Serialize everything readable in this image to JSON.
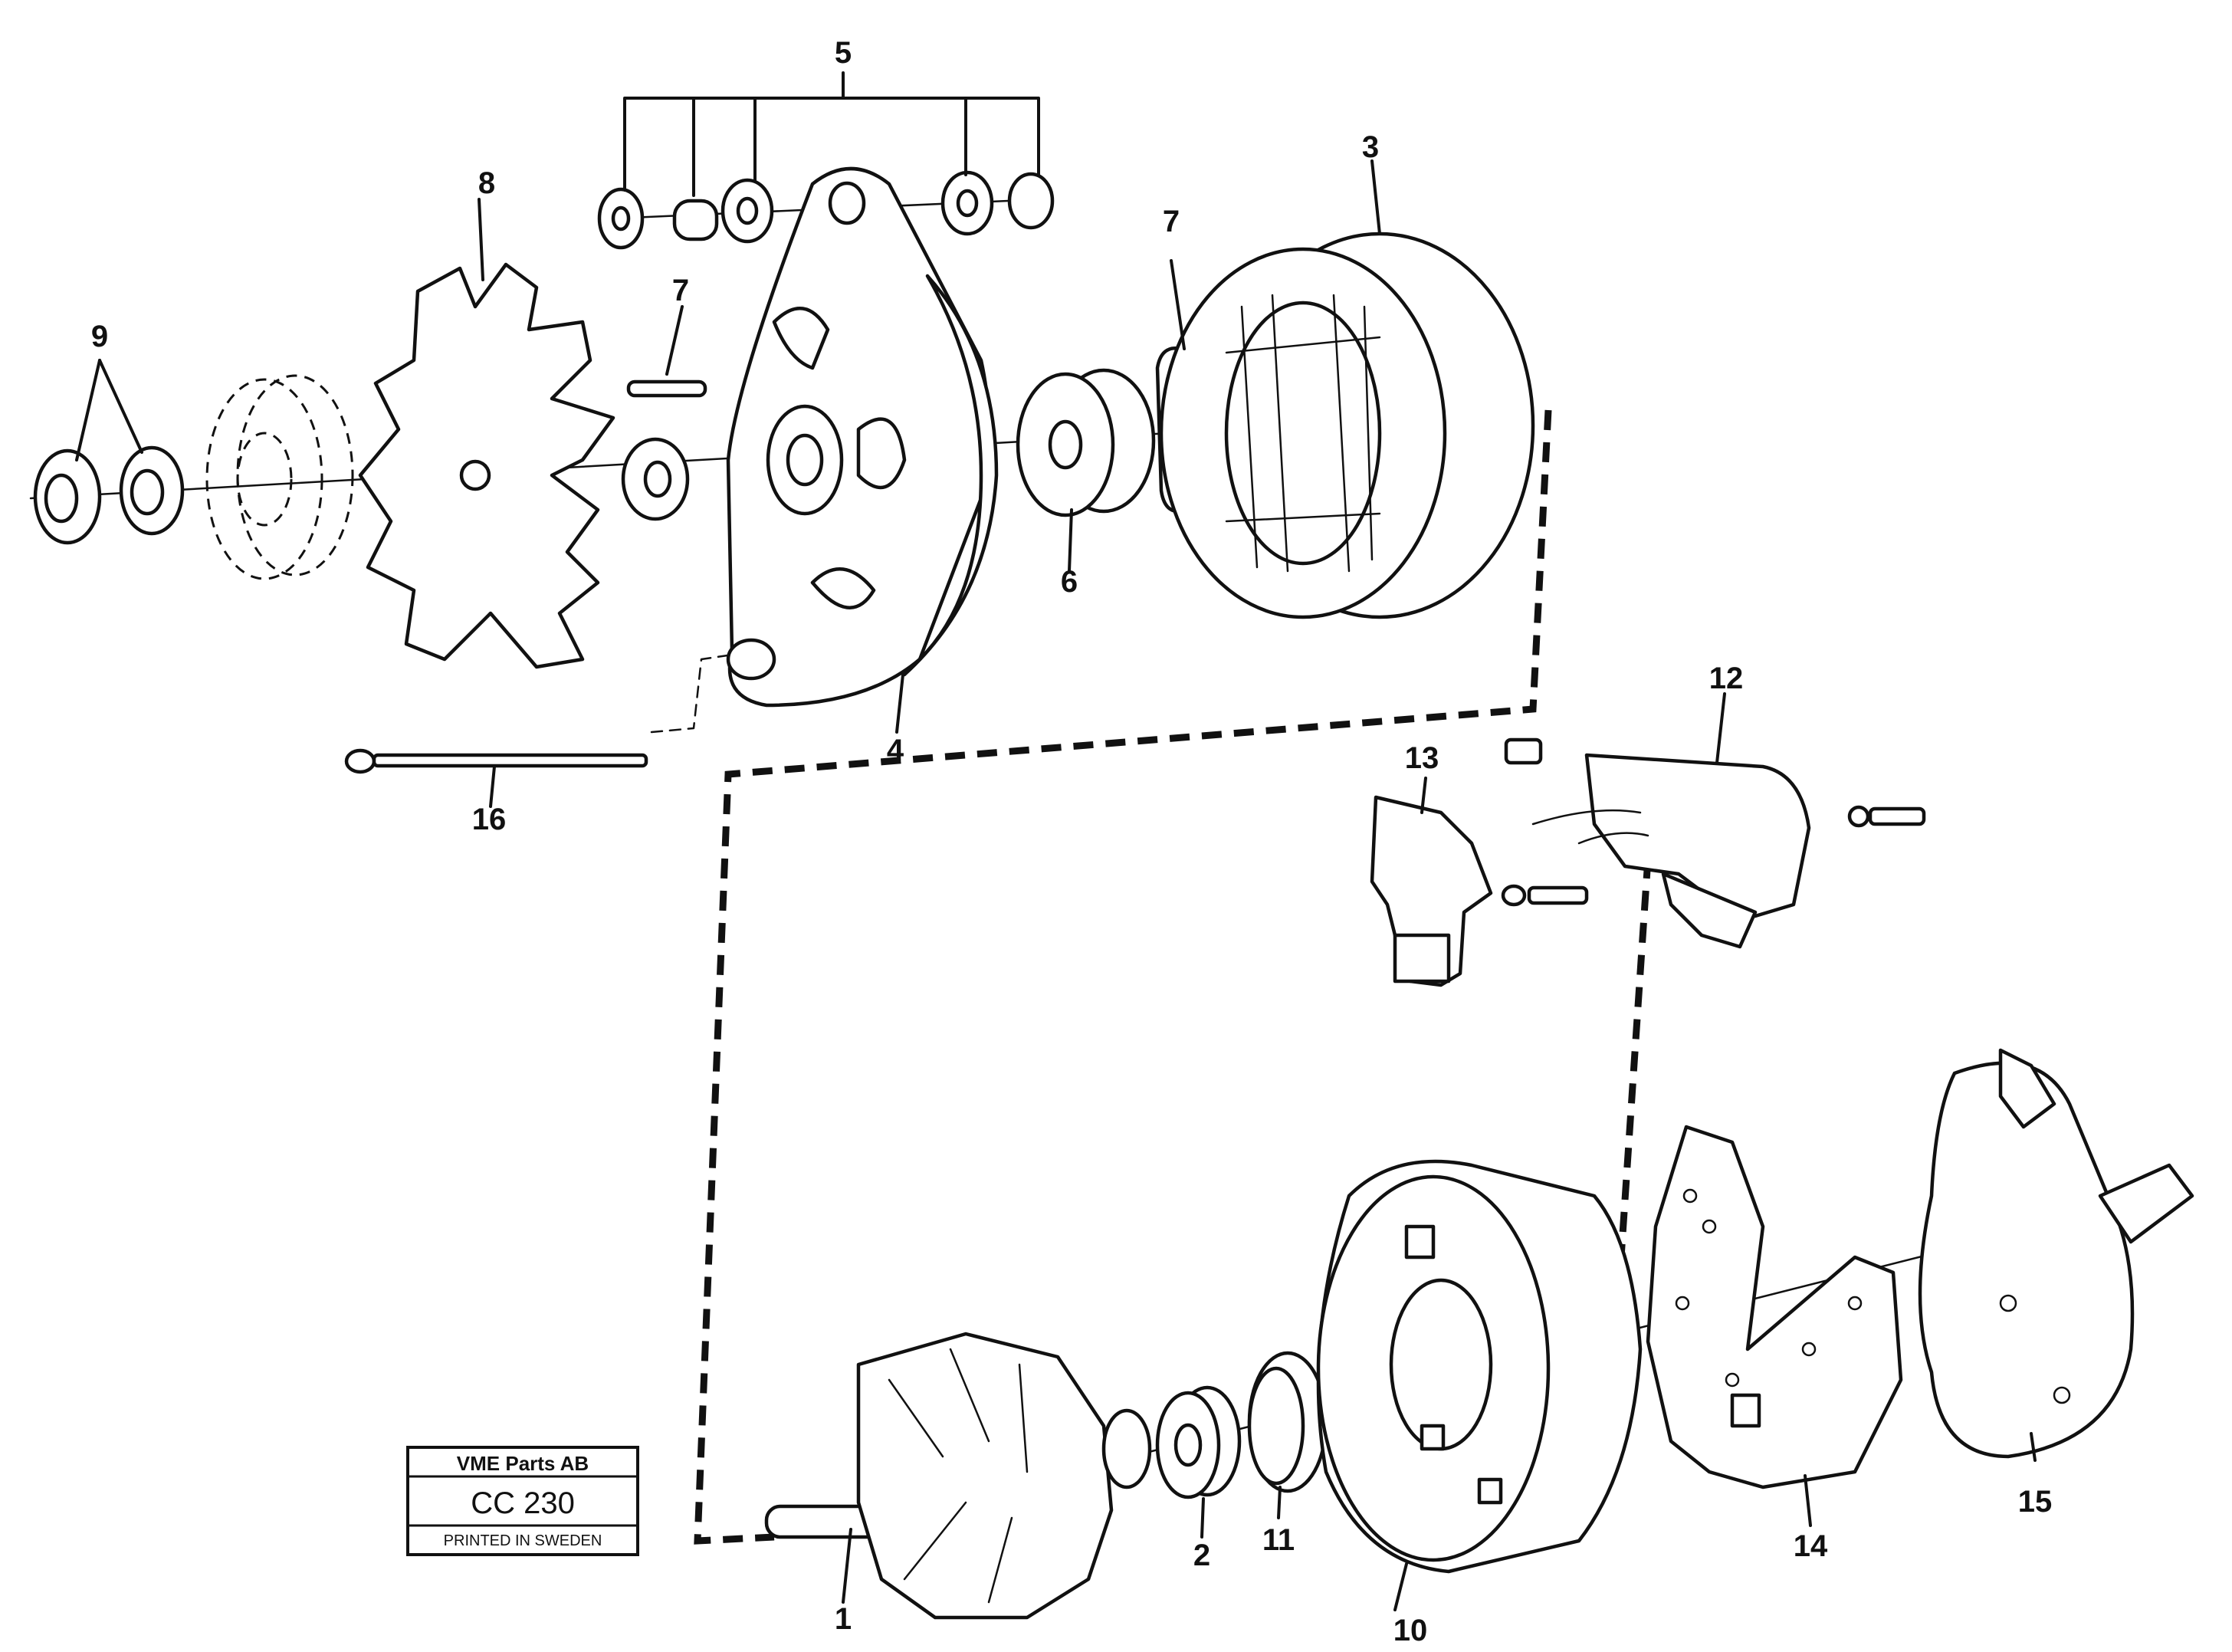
{
  "diagram": {
    "parts": [
      {
        "id": "1",
        "label": "1"
      },
      {
        "id": "2",
        "label": "2"
      },
      {
        "id": "3",
        "label": "3"
      },
      {
        "id": "4",
        "label": "4"
      },
      {
        "id": "5",
        "label": "5"
      },
      {
        "id": "6",
        "label": "6"
      },
      {
        "id": "7a",
        "label": "7"
      },
      {
        "id": "7b",
        "label": "7"
      },
      {
        "id": "8",
        "label": "8"
      },
      {
        "id": "9",
        "label": "9"
      },
      {
        "id": "10",
        "label": "10"
      },
      {
        "id": "11",
        "label": "11"
      },
      {
        "id": "12",
        "label": "12"
      },
      {
        "id": "13",
        "label": "13"
      },
      {
        "id": "14",
        "label": "14"
      },
      {
        "id": "15",
        "label": "15"
      },
      {
        "id": "16",
        "label": "16"
      }
    ],
    "stamp": {
      "company": "VME Parts AB",
      "code": "CC 230",
      "printed": "PRINTED IN SWEDEN"
    }
  }
}
